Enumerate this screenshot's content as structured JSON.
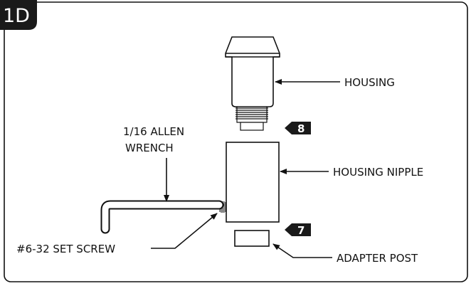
{
  "figure": {
    "badge": "1D",
    "labels": {
      "housing": "HOUSING",
      "housing_nipple": "HOUSING NIPPLE",
      "adapter_post": "ADAPTER POST",
      "allen_wrench_line1": "1/16 ALLEN",
      "allen_wrench_line2": "WRENCH",
      "set_screw": "#6-32 SET SCREW"
    },
    "steps": [
      "8",
      "7"
    ]
  },
  "colors": {
    "line": "#111111",
    "badge_fill": "#1a1a1a",
    "background": "#ffffff"
  }
}
